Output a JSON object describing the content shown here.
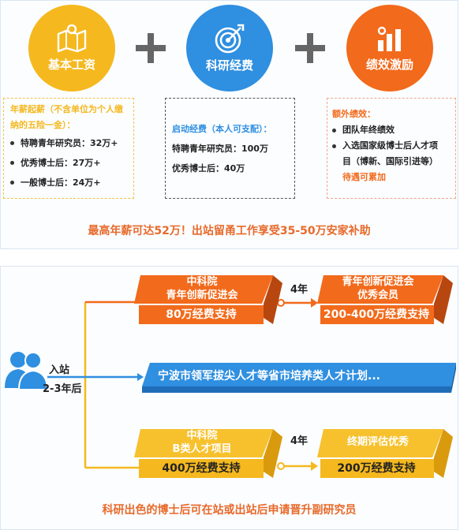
{
  "top": {
    "circles": [
      {
        "label": "基本工资",
        "color": "#f5b81e",
        "icon": "map-icon"
      },
      {
        "label": "科研经费",
        "color": "#2f8fe0",
        "icon": "target-icon"
      },
      {
        "label": "绩效激励",
        "color": "#f26a1b",
        "icon": "bar-chart-icon"
      }
    ],
    "box1": {
      "heading": "年薪起薪（不含单位为个人缴",
      "heading2": "纳的五险一金）：",
      "items": [
        "特聘青年研究员：32万+",
        "优秀博士后：27万+",
        "一般博士后：24万+"
      ]
    },
    "box2": {
      "heading": "启动经费（本人可支配）：",
      "lines": [
        "特聘青年研究员：100万",
        "优秀博士后：40万"
      ]
    },
    "box3": {
      "heading": "额外绩效：",
      "items": [
        "团队年终绩效",
        "入选国家级博士后人才项"
      ],
      "cont": "目（博新、国际引进等）",
      "note": "待遇可累加"
    },
    "summary": "最高年薪可达52万！出站留甬工作享受35-50万安家补助"
  },
  "bottom": {
    "enter": "入站",
    "period": "2-3年后",
    "row1": {
      "left_top": "中科院",
      "left_mid": "青年创新促进会",
      "left_bot": "80万经费支持",
      "arrow": "4年",
      "right_top": "青年创新促进会",
      "right_mid": "优秀会员",
      "right_bot": "200-400万经费支持"
    },
    "row2": {
      "text": "宁波市领军拔尖人才等省市培养类人才计划..."
    },
    "row3": {
      "left_top": "中科院",
      "left_mid": "B类人才项目",
      "left_bot": "400万经费支持",
      "arrow": "4年",
      "right_top": "终期评估优秀",
      "right_bot": "200万经费支持"
    },
    "summary": "科研出色的博士后可在站或出站后申请晋升副研究员"
  },
  "colors": {
    "orange": "#f26a1b",
    "blue": "#2f8fe0",
    "yellow": "#f5b81e",
    "text_orange": "#e8692a"
  }
}
